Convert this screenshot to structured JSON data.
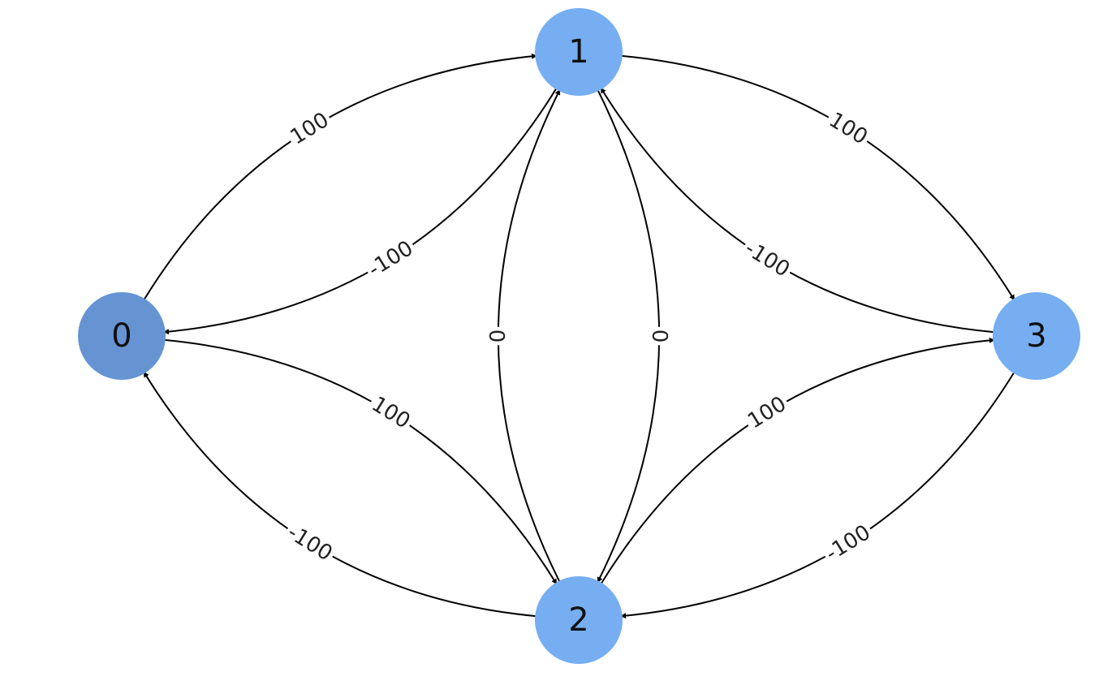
{
  "graph": {
    "directed": true,
    "nodes": [
      {
        "id": "0",
        "label": "0",
        "color": "#6694d3"
      },
      {
        "id": "1",
        "label": "1",
        "color": "#76aef1"
      },
      {
        "id": "2",
        "label": "2",
        "color": "#76aef1"
      },
      {
        "id": "3",
        "label": "3",
        "color": "#76aef1"
      }
    ],
    "edges": [
      {
        "source": "0",
        "target": "1",
        "label": "100"
      },
      {
        "source": "1",
        "target": "0",
        "label": "-100"
      },
      {
        "source": "0",
        "target": "2",
        "label": "100"
      },
      {
        "source": "2",
        "target": "0",
        "label": "-100"
      },
      {
        "source": "1",
        "target": "3",
        "label": "100"
      },
      {
        "source": "3",
        "target": "1",
        "label": "-100"
      },
      {
        "source": "2",
        "target": "3",
        "label": "100"
      },
      {
        "source": "3",
        "target": "2",
        "label": "-100"
      },
      {
        "source": "1",
        "target": "2",
        "label": "0"
      },
      {
        "source": "2",
        "target": "1",
        "label": "0"
      }
    ],
    "edge_color": "#000000"
  }
}
